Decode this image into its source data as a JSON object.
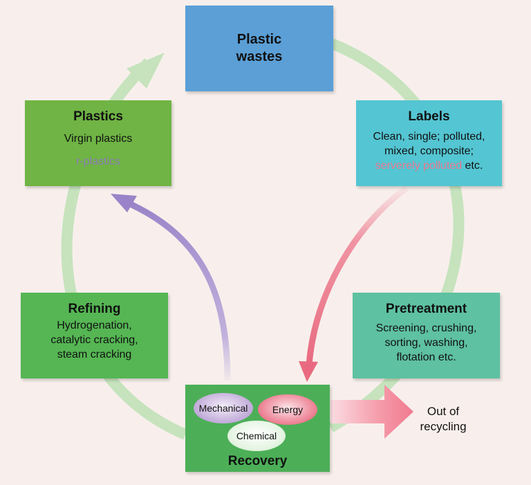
{
  "nodes": {
    "plastic_wastes": {
      "title_line1": "Plastic",
      "title_line2": "wastes"
    },
    "plastics": {
      "title": "Plastics",
      "line1": "Virgin plastics",
      "line2": "r-plastics"
    },
    "labels": {
      "title": "Labels",
      "line1": "Clean, single; polluted,",
      "line2": "mixed, composite;",
      "line3_highlight": "serverely polluted",
      "line3_suffix": " etc."
    },
    "refining": {
      "title": "Refining",
      "line1": "Hydrogenation,",
      "line2": "catalytic cracking,",
      "line3": "steam cracking"
    },
    "pretreatment": {
      "title": "Pretreatment",
      "line1": "Screening, crushing,",
      "line2": "sorting, washing,",
      "line3": "flotation etc."
    },
    "recovery": {
      "title": "Recovery",
      "methods": [
        "Mechanical",
        "Energy",
        "Chemical"
      ]
    }
  },
  "out_of_recycling": {
    "line1": "Out of",
    "line2": "recycling"
  },
  "colors": {
    "background": "#f8efec",
    "cycle_ring": "#c6e3bd",
    "plastic_wastes": "#5b9fd6",
    "plastics": "#6fb444",
    "labels": "#54c5d2",
    "refining": "#55b653",
    "pretreatment": "#5ec1a1",
    "recovery": "#4caf57",
    "mechanical_arrow": "#a993cf",
    "labels_to_recovery_arrow": "#eb7286",
    "out_arrow": "#f27a90"
  }
}
